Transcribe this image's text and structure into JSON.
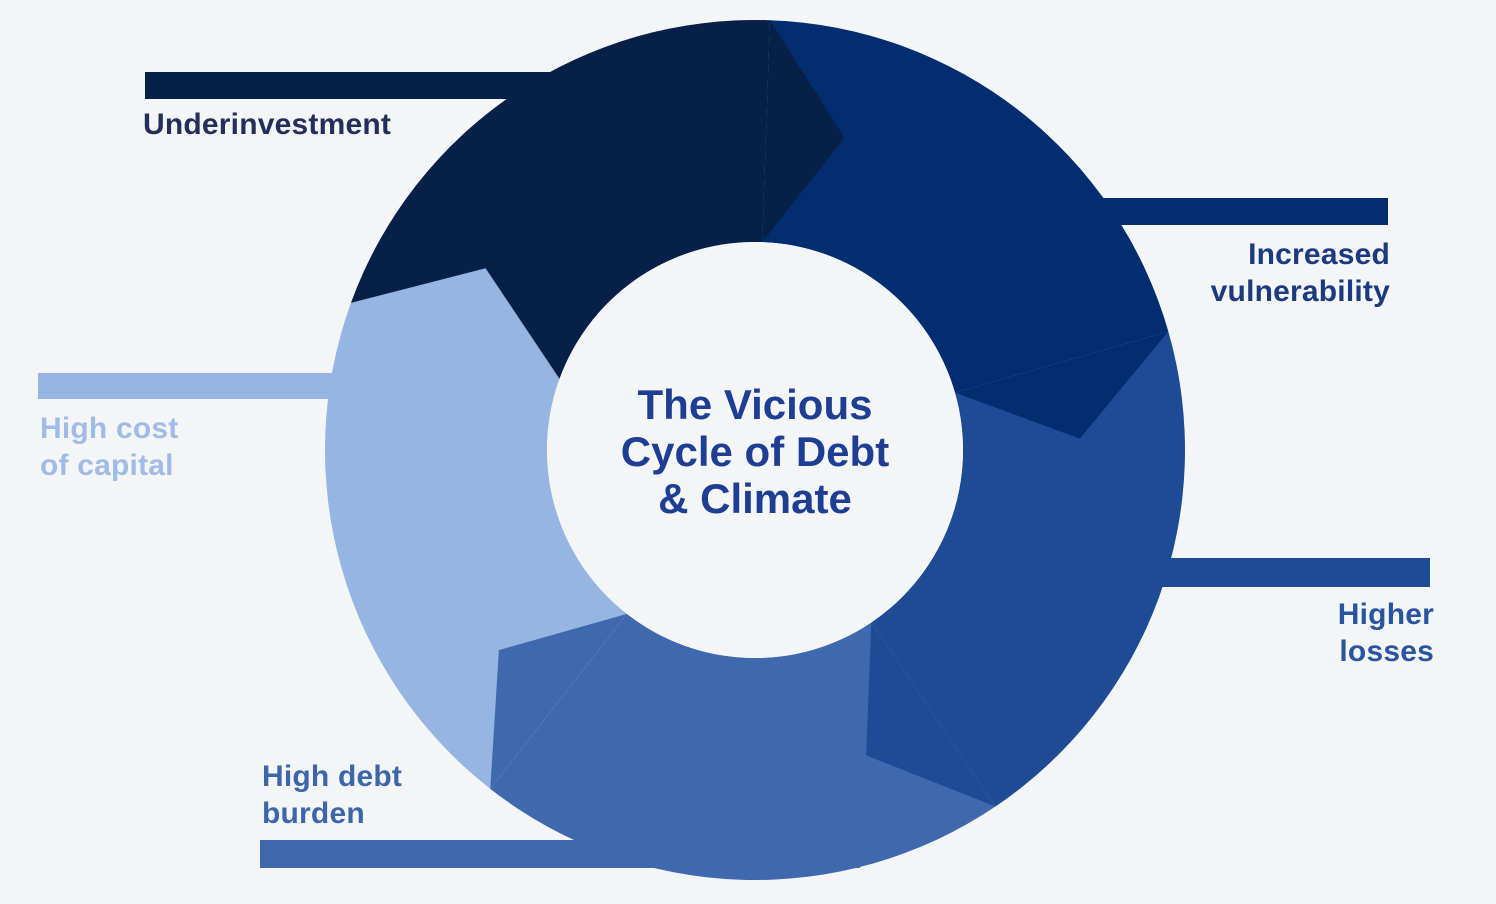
{
  "background_color": "#f4f5f7",
  "center": {
    "title": "The Vicious Cycle of Debt & Climate",
    "title_display": "The Vicious\nCycle of Debt\n& Climate",
    "title_color": "#1d3e92",
    "fill": "#f4f5f7"
  },
  "chart_data": {
    "type": "cycle-diagram",
    "title": "The Vicious Cycle of Debt & Climate",
    "direction": "clockwise",
    "segment_count": 5,
    "segment_arc_degrees": 72,
    "segments": [
      {
        "id": "underinvestment",
        "label": "Underinvestment",
        "label_display": "Underinvestment",
        "color": "#062049",
        "label_color": "#242e5a",
        "start_angle": 290,
        "end_angle": 362,
        "label_position": "top-left"
      },
      {
        "id": "increased-vulnerability",
        "label": "Increased vulnerability",
        "label_display": "Increased\nvulnerability",
        "color": "#022e71",
        "label_color": "#1c3a7e",
        "start_angle": 2,
        "end_angle": 74,
        "label_position": "right-top"
      },
      {
        "id": "higher-losses",
        "label": "Higher losses",
        "label_display": "Higher\nlosses",
        "color": "#1d4b96",
        "label_color": "#2b549f",
        "start_angle": 74,
        "end_angle": 146,
        "label_position": "right-bottom"
      },
      {
        "id": "high-debt-burden",
        "label": "High debt burden",
        "label_display": "High debt\nburden",
        "color": "#3f69ae",
        "label_color": "#3c66aa",
        "start_angle": 146,
        "end_angle": 218,
        "label_position": "bottom-left"
      },
      {
        "id": "high-cost-of-capital",
        "label": "High cost of capital",
        "label_display": "High cost\nof capital",
        "color": "#96b5e3",
        "label_color": "#9fbbe7",
        "start_angle": 218,
        "end_angle": 290,
        "label_position": "left"
      }
    ]
  }
}
